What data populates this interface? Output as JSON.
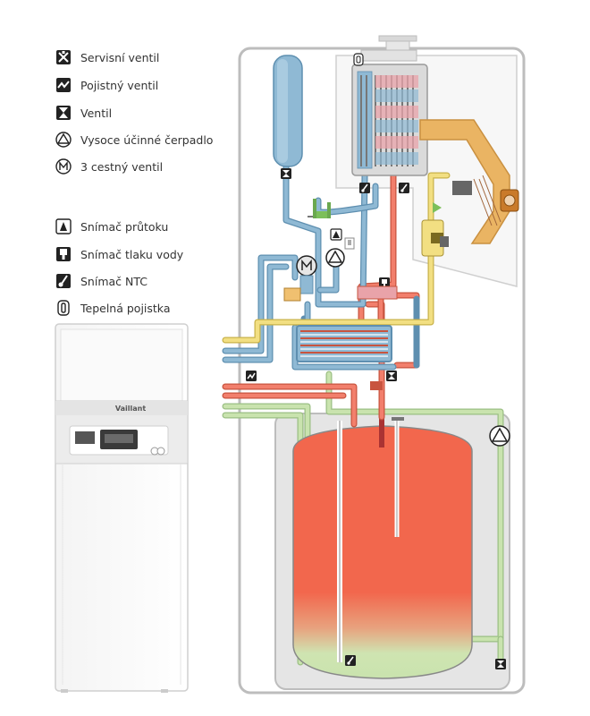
{
  "legend": {
    "items": [
      {
        "label": "Servisní ventil",
        "icon": "service-valve-icon"
      },
      {
        "label": "Pojistný ventil",
        "icon": "safety-valve-icon"
      },
      {
        "label": "Ventil",
        "icon": "valve-icon"
      },
      {
        "label": "Vysoce účinné čerpadlo",
        "icon": "pump-icon"
      },
      {
        "label": "3 cestný ventil",
        "icon": "three-way-valve-icon"
      },
      {
        "label": "Snímač průtoku",
        "icon": "flow-sensor-icon"
      },
      {
        "label": "Snímač tlaku vody",
        "icon": "pressure-sensor-icon"
      },
      {
        "label": "Snímač NTC",
        "icon": "ntc-sensor-icon"
      },
      {
        "label": "Tepelná pojistka",
        "icon": "thermal-fuse-icon"
      }
    ]
  },
  "appliance": {
    "brand": "Vaillant"
  },
  "colors": {
    "heating_return": "#8fb9d4",
    "heating_flow": "#f27f6c",
    "dhw_hot": "#f05f45",
    "cold_water": "#c9e3ae",
    "gas": "#f2df82",
    "flue": "#eab463",
    "casing": "#e5e5e5"
  }
}
